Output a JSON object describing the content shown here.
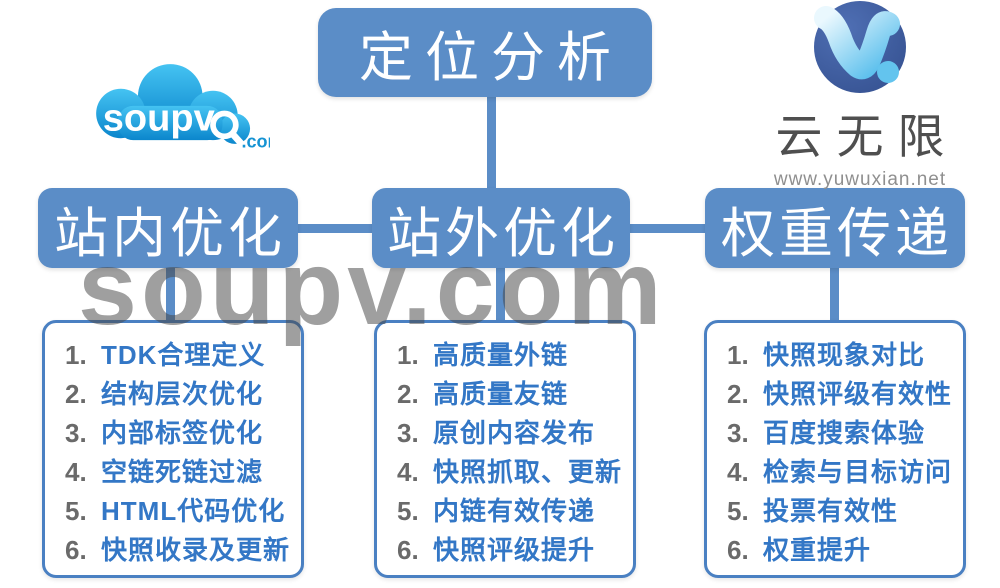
{
  "title": {
    "label": "定位分析"
  },
  "watermark": {
    "text": "soupv.com"
  },
  "logo_left": {
    "name": "soupv",
    "tld": ".com"
  },
  "logo_right": {
    "brand": "云无限",
    "url": "www.yuwuxian.net"
  },
  "columns": [
    {
      "header": "站内优化",
      "items": [
        {
          "num": "1.",
          "text": "TDK合理定义"
        },
        {
          "num": "2.",
          "text": "结构层次优化"
        },
        {
          "num": "3.",
          "text": "内部标签优化"
        },
        {
          "num": "4.",
          "text": "空链死链过滤"
        },
        {
          "num": "5.",
          "text": "HTML代码优化"
        },
        {
          "num": "6.",
          "text": "快照收录及更新"
        }
      ]
    },
    {
      "header": "站外优化",
      "items": [
        {
          "num": "1.",
          "text": "高质量外链"
        },
        {
          "num": "2.",
          "text": "高质量友链"
        },
        {
          "num": "3.",
          "text": "原创内容发布"
        },
        {
          "num": "4.",
          "text": "快照抓取、更新"
        },
        {
          "num": "5.",
          "text": "内链有效传递"
        },
        {
          "num": "6.",
          "text": "快照评级提升"
        }
      ]
    },
    {
      "header": "权重传递",
      "items": [
        {
          "num": "1.",
          "text": "快照现象对比"
        },
        {
          "num": "2.",
          "text": "快照评级有效性"
        },
        {
          "num": "3.",
          "text": "百度搜索体验"
        },
        {
          "num": "4.",
          "text": "检索与目标访问"
        },
        {
          "num": "5.",
          "text": "投票有效性"
        },
        {
          "num": "6.",
          "text": "权重提升"
        }
      ]
    }
  ],
  "colors": {
    "box_blue": "#5b8dc7",
    "list_border_blue": "#4a80c2",
    "item_text_blue": "#3377c6",
    "item_number_gray": "#6a6a6a",
    "watermark_gray": "#8c8c8c",
    "cloud_blue_top": "#45c3f2",
    "cloud_blue_bottom": "#0b86cc",
    "yun_circle_blue": "#3d5c9e"
  }
}
